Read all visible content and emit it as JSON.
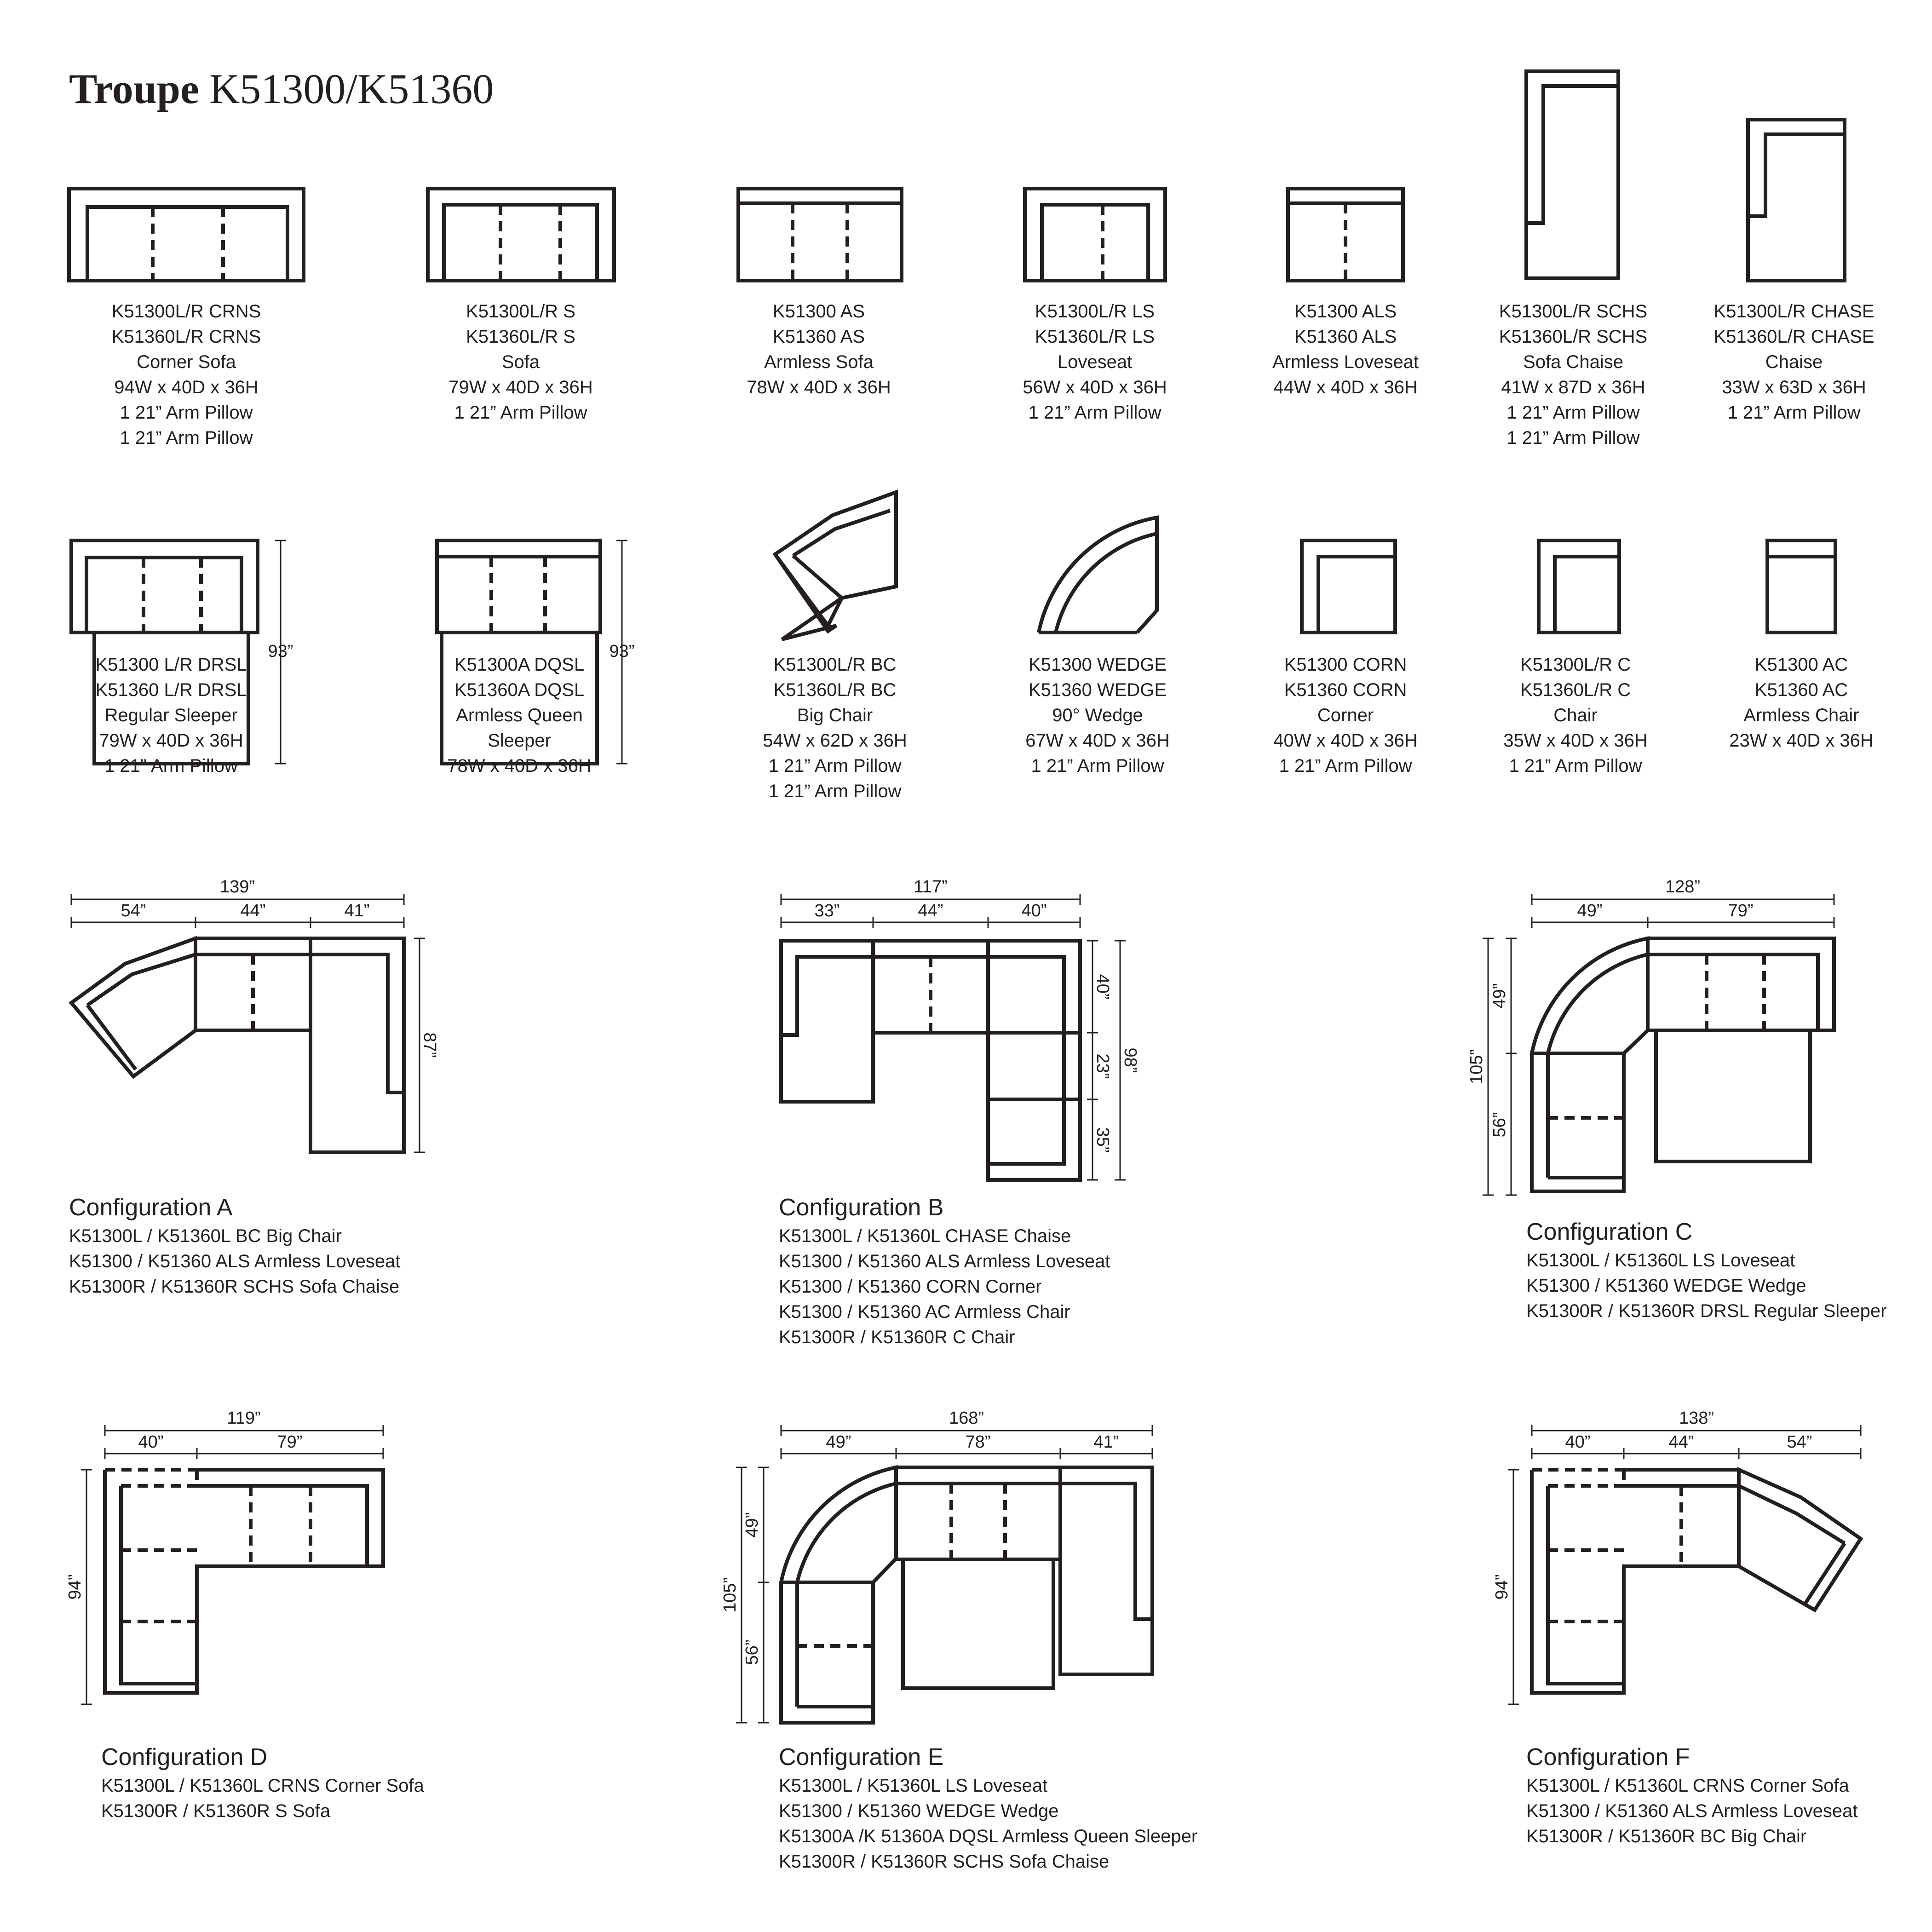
{
  "header": {
    "brand": "Troupe",
    "models": "K51300/K51360"
  },
  "pieces": [
    {
      "id": "crns",
      "lines": [
        "K51300L/R CRNS",
        "K51360L/R CRNS",
        "Corner Sofa",
        "94W x 40D x 36H",
        "1 21” Arm Pillow",
        "1 21” Arm Pillow"
      ]
    },
    {
      "id": "s",
      "lines": [
        "K51300L/R S",
        "K51360L/R S",
        "Sofa",
        "79W x 40D x 36H",
        "1 21” Arm Pillow"
      ]
    },
    {
      "id": "as",
      "lines": [
        "K51300 AS",
        "K51360 AS",
        "Armless Sofa",
        "78W x 40D x 36H"
      ]
    },
    {
      "id": "ls",
      "lines": [
        "K51300L/R LS",
        "K51360L/R LS",
        "Loveseat",
        "56W x 40D x 36H",
        "1 21” Arm Pillow"
      ]
    },
    {
      "id": "als",
      "lines": [
        "K51300 ALS",
        "K51360 ALS",
        "Armless Loveseat",
        "44W x 40D x 36H"
      ]
    },
    {
      "id": "schs",
      "lines": [
        "K51300L/R SCHS",
        "K51360L/R SCHS",
        "Sofa Chaise",
        "41W x 87D x 36H",
        "1 21” Arm Pillow",
        "1 21” Arm Pillow"
      ]
    },
    {
      "id": "chase",
      "lines": [
        "K51300L/R CHASE",
        "K51360L/R CHASE",
        "Chaise",
        "33W x 63D x 36H",
        "1 21” Arm Pillow"
      ]
    },
    {
      "id": "drsl",
      "lines": [
        "K51300 L/R DRSL",
        "K51360 L/R DRSL",
        "Regular Sleeper",
        "79W x 40D x 36H"
      ],
      "below": "1 21\" Arm Pillow",
      "dim": "93”"
    },
    {
      "id": "dqsl",
      "lines": [
        "K51300A DQSL",
        "K51360A DQSL",
        "Armless Queen",
        "Sleeper"
      ],
      "below": "78W x 40D x 36H",
      "dim": "93”"
    },
    {
      "id": "bc",
      "lines": [
        "K51300L/R BC",
        "K51360L/R BC",
        "Big Chair",
        "54W x 62D x 36H",
        "1 21” Arm Pillow",
        "1 21” Arm Pillow"
      ]
    },
    {
      "id": "wedge",
      "lines": [
        "K51300 WEDGE",
        "K51360 WEDGE",
        "90° Wedge",
        "67W x 40D x 36H",
        "1 21” Arm Pillow"
      ]
    },
    {
      "id": "corn",
      "lines": [
        "K51300 CORN",
        "K51360 CORN",
        "Corner",
        "40W x 40D x 36H",
        "1 21” Arm Pillow"
      ]
    },
    {
      "id": "c",
      "lines": [
        "K51300L/R C",
        "K51360L/R C",
        "Chair",
        "35W x 40D x 36H",
        "1 21” Arm Pillow"
      ]
    },
    {
      "id": "ac",
      "lines": [
        "K51300 AC",
        "K51360 AC",
        "Armless Chair",
        "23W x 40D x 36H"
      ]
    }
  ],
  "configurations": [
    {
      "id": "a",
      "title": "Configuration A",
      "lines": [
        "K51300L / K51360L BC Big Chair",
        "K51300 / K51360 ALS Armless Loveseat",
        "K51300R / K51360R SCHS Sofa Chaise"
      ],
      "dims": {
        "total": "139”",
        "segments": [
          "54”",
          "44”",
          "41”"
        ],
        "side": [
          "87”"
        ]
      }
    },
    {
      "id": "b",
      "title": "Configuration B",
      "lines": [
        "K51300L / K51360L CHASE Chaise",
        "K51300 / K51360 ALS Armless Loveseat",
        "K51300 / K51360 CORN Corner",
        "K51300 / K51360 AC Armless Chair",
        "K51300R / K51360R C Chair"
      ],
      "dims": {
        "total": "117”",
        "segments": [
          "33”",
          "44”",
          "40”"
        ],
        "side": [
          "40”",
          "23”",
          "35”",
          "98”"
        ]
      }
    },
    {
      "id": "c",
      "title": "Configuration C",
      "lines": [
        "K51300L / K51360L LS Loveseat",
        "K51300 / K51360 WEDGE Wedge",
        "K51300R / K51360R DRSL Regular Sleeper"
      ],
      "dims": {
        "total": "128”",
        "segments": [
          "49”",
          "79”"
        ],
        "side": [
          "49”",
          "56”",
          "105”"
        ]
      }
    },
    {
      "id": "d",
      "title": "Configuration D",
      "lines": [
        "K51300L / K51360L CRNS Corner Sofa",
        "K51300R / K51360R S Sofa"
      ],
      "dims": {
        "total": "119”",
        "segments": [
          "40”",
          "79”"
        ],
        "side": [
          "94”"
        ]
      }
    },
    {
      "id": "e",
      "title": "Configuration E",
      "lines": [
        "K51300L / K51360L LS Loveseat",
        "K51300 / K51360 WEDGE Wedge",
        "K51300A /K 51360A DQSL Armless Queen Sleeper",
        "K51300R / K51360R SCHS Sofa Chaise"
      ],
      "dims": {
        "total": "168”",
        "segments": [
          "49”",
          "78”",
          "41”"
        ],
        "side": [
          "49”",
          "56”",
          "105”"
        ]
      }
    },
    {
      "id": "f",
      "title": "Configuration F",
      "lines": [
        "K51300L / K51360L CRNS Corner Sofa",
        "K51300 / K51360 ALS Armless Loveseat",
        "K51300R / K51360R BC Big Chair"
      ],
      "dims": {
        "total": "138”",
        "segments": [
          "40”",
          "44”",
          "54”"
        ],
        "side": [
          "94”"
        ]
      }
    }
  ]
}
